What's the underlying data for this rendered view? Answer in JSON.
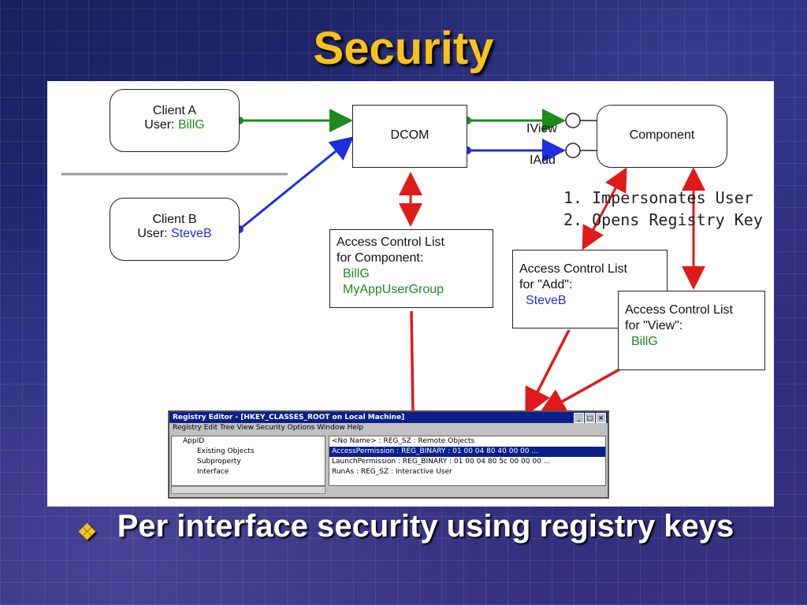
{
  "slide": {
    "title": "Security",
    "bullet_symbol": "❖",
    "bullet_text": "Per interface security using registry keys"
  },
  "diagram": {
    "client_a": {
      "line1": "Client A",
      "user_label": "User: ",
      "user": "BillG"
    },
    "client_b": {
      "line1": "Client B",
      "user_label": "User: ",
      "user": "SteveB"
    },
    "dcom": "DCOM",
    "component": "Component",
    "iview": "IView",
    "iadd": "IAdd",
    "steps": [
      "1. Impersonates User",
      "2. Opens Registry Key"
    ],
    "acl_component": {
      "line1": "Access Control List",
      "line2": "for Component:",
      "entries": [
        "BillG",
        "MyAppUserGroup"
      ]
    },
    "acl_add": {
      "line1": "Access Control List",
      "line2": "for \"Add\":",
      "entries": [
        "SteveB"
      ]
    },
    "acl_view": {
      "line1": "Access Control List",
      "line2": "for \"View\":",
      "entries": [
        "BillG"
      ]
    },
    "colors": {
      "green": "#1f8a1f",
      "blue": "#1f2ee0",
      "red": "#e01a1a",
      "title": "#f7c21a"
    }
  },
  "registry_editor": {
    "title": "Registry Editor - [HKEY_CLASSES_ROOT on Local Machine]",
    "menu": "Registry  Edit  Tree  View  Security  Options  Window  Help",
    "tree": [
      "AppID",
      "Existing Objects",
      "Subproperty",
      "Interface"
    ],
    "values": [
      "<No Name> : REG_SZ : Remote Objects",
      "AccessPermission : REG_BINARY : 01 00 04 80 40 00 00 ...",
      "LaunchPermission : REG_BINARY : 01 00 04 80 5c 00 00 00 ...",
      "RunAs : REG_SZ : Interactive User"
    ],
    "selected_index": 1
  }
}
